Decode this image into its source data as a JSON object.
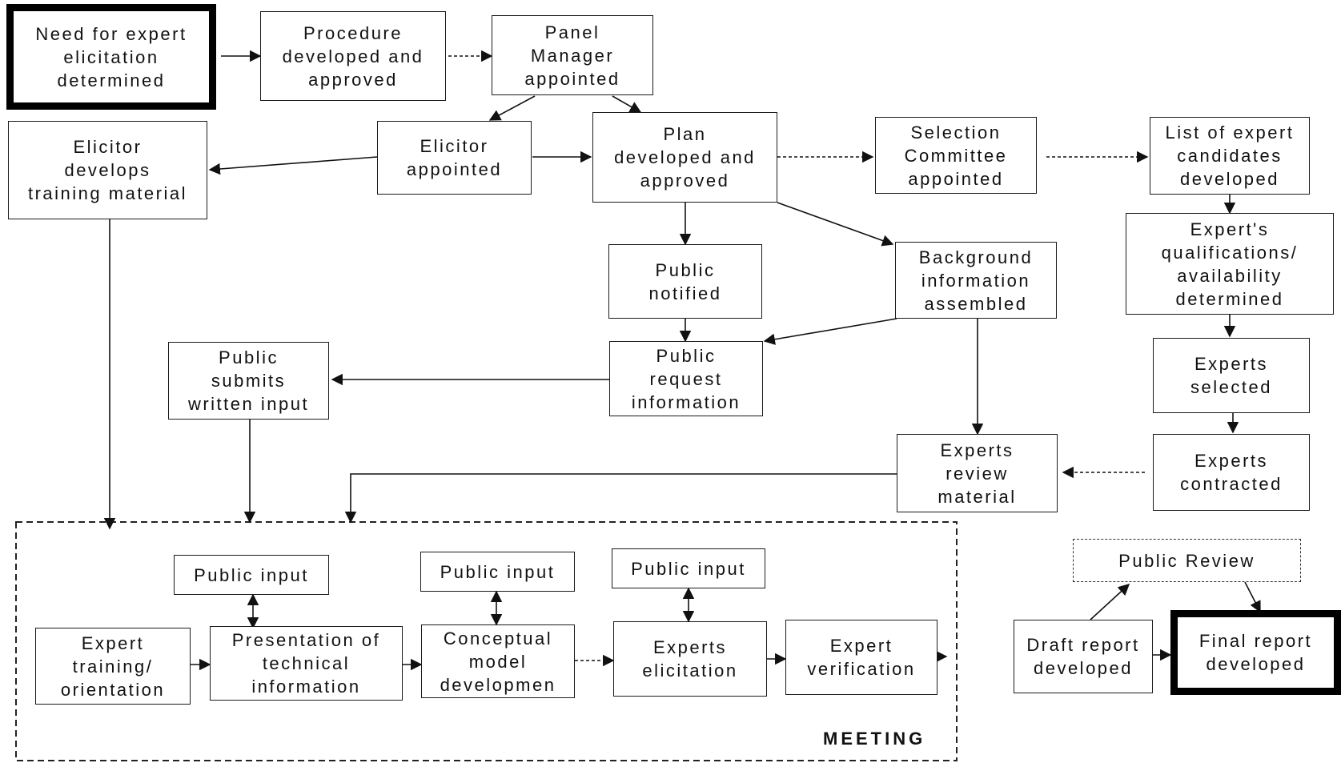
{
  "boxes": {
    "need": "Need for expert\nelicitation\ndetermined",
    "procedure": "Procedure\ndeveloped and\napproved",
    "panel_manager": "Panel\nManager\nappointed",
    "elicitor_training": "Elicitor\ndevelops\ntraining material",
    "elicitor_appointed": "Elicitor\nappointed",
    "plan": "Plan\ndeveloped and\napproved",
    "selection_committee": "Selection\nCommittee\nappointed",
    "candidates": "List of expert\ncandidates\ndeveloped",
    "qualifications": "Expert's\nqualifications/\navailability\ndetermined",
    "public_notified": "Public\nnotified",
    "background": "Background\ninformation\nassembled",
    "public_submits": "Public\nsubmits\nwritten input",
    "public_request": "Public\nrequest\ninformation",
    "experts_selected": "Experts\nselected",
    "experts_review": "Experts\nreview\nmaterial",
    "experts_contracted": "Experts\ncontracted",
    "public_input_1": "Public input",
    "public_input_2": "Public input",
    "public_input_3": "Public input",
    "public_review": "Public Review",
    "expert_training": "Expert\ntraining/\norientation",
    "presentation": "Presentation of\ntechnical\ninformation",
    "conceptual": "Conceptual\nmodel\ndevelopmen",
    "experts_elicitation": "Experts\nelicitation",
    "expert_verification": "Expert\nverification",
    "draft_report": "Draft report\ndeveloped",
    "final_report": "Final report\ndeveloped"
  },
  "meeting_label": "MEETING"
}
